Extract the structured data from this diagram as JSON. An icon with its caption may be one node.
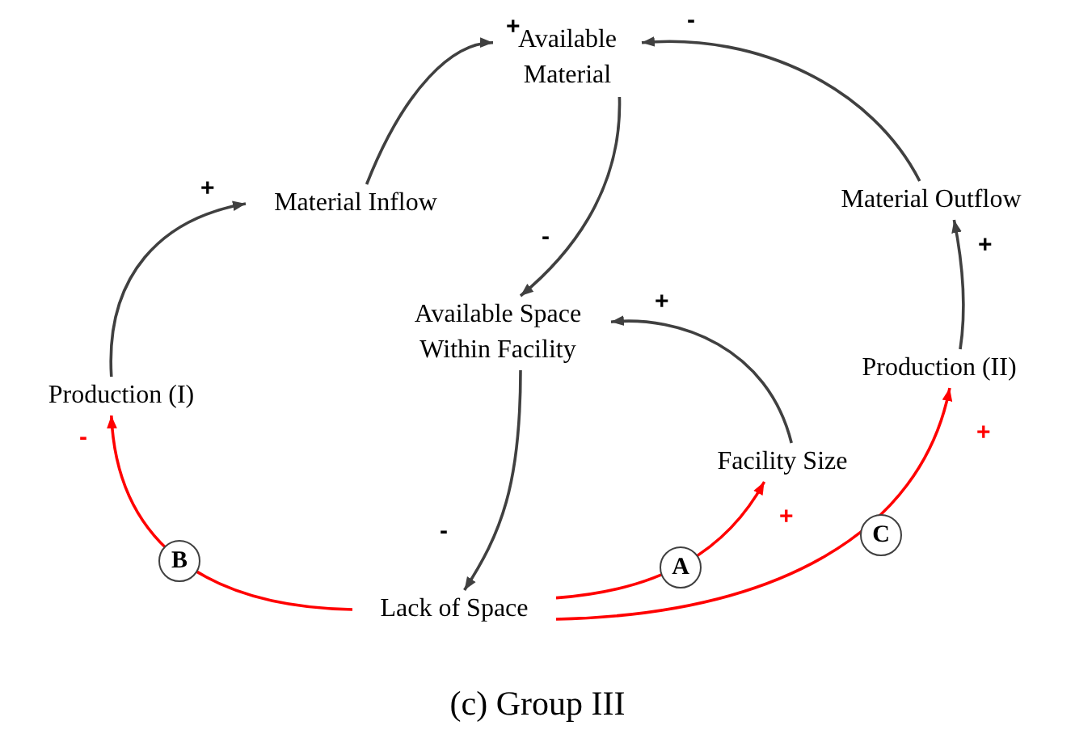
{
  "diagram": {
    "caption": "(c) Group III",
    "nodes": [
      {
        "text": [
          "Available Material"
        ]
      },
      {
        "text": [
          "Material Inflow"
        ]
      },
      {
        "text": [
          "Material Outflow"
        ]
      },
      {
        "text": [
          "Available Space Within Facility"
        ]
      },
      {
        "text": [
          "Production (I)"
        ]
      },
      {
        "text": [
          "Production (II)"
        ]
      },
      {
        "text": [
          "Facility Size"
        ]
      },
      {
        "text": [
          "Lack of Space"
        ]
      }
    ],
    "edges": [
      {
        "from": 1,
        "to": 0,
        "arrow": "to",
        "label": "+"
      },
      {
        "from": 0,
        "to": 3,
        "arrow": "to",
        "label": "-"
      },
      {
        "from": 2,
        "to": 0,
        "arrow": "to",
        "label": "-"
      },
      {
        "from": 5,
        "to": 2,
        "arrow": "to",
        "label": "+"
      },
      {
        "from": 6,
        "to": 3,
        "arrow": "to",
        "label": "+"
      },
      {
        "from": 3,
        "to": 7,
        "arrow": "to",
        "label": "-"
      },
      {
        "from": 7,
        "to": 4,
        "arrow": "to",
        "label": "-",
        "color": "#ff0000"
      },
      {
        "from": 7,
        "to": 6,
        "arrow": "to",
        "label": "+",
        "color": "#ff0000"
      },
      {
        "from": 7,
        "to": 5,
        "arrow": "to",
        "label": "+",
        "color": "#ff0000"
      },
      {
        "from": 4,
        "to": 1,
        "arrow": "to",
        "label": "+"
      }
    ],
    "labels": [
      "B",
      "A",
      "C"
    ]
  }
}
